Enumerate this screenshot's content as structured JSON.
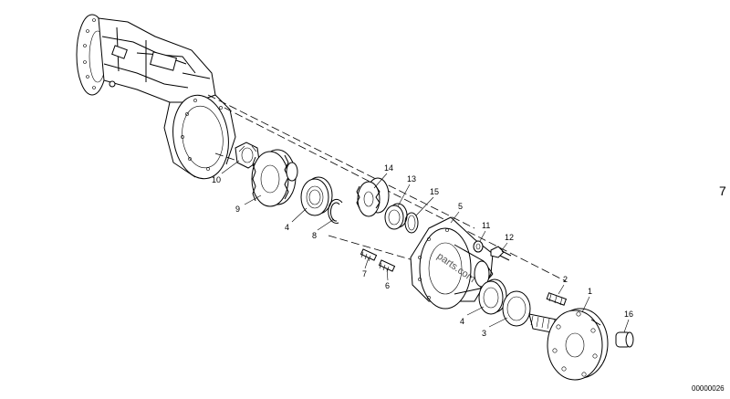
{
  "diagram": {
    "page_marker": "7",
    "drawing_code": "00000026",
    "watermark": "parts.com",
    "callouts": [
      {
        "id": "c10",
        "text": "10"
      },
      {
        "id": "c9",
        "text": "9"
      },
      {
        "id": "c4a",
        "text": "4"
      },
      {
        "id": "c8",
        "text": "8"
      },
      {
        "id": "c14",
        "text": "14"
      },
      {
        "id": "c13",
        "text": "13"
      },
      {
        "id": "c15",
        "text": "15"
      },
      {
        "id": "c5",
        "text": "5"
      },
      {
        "id": "c11",
        "text": "11"
      },
      {
        "id": "c12",
        "text": "12"
      },
      {
        "id": "c7",
        "text": "7"
      },
      {
        "id": "c6",
        "text": "6"
      },
      {
        "id": "c2",
        "text": "2"
      },
      {
        "id": "c1",
        "text": "1"
      },
      {
        "id": "c16",
        "text": "16"
      },
      {
        "id": "c4b",
        "text": "4"
      },
      {
        "id": "c3",
        "text": "3"
      }
    ]
  }
}
